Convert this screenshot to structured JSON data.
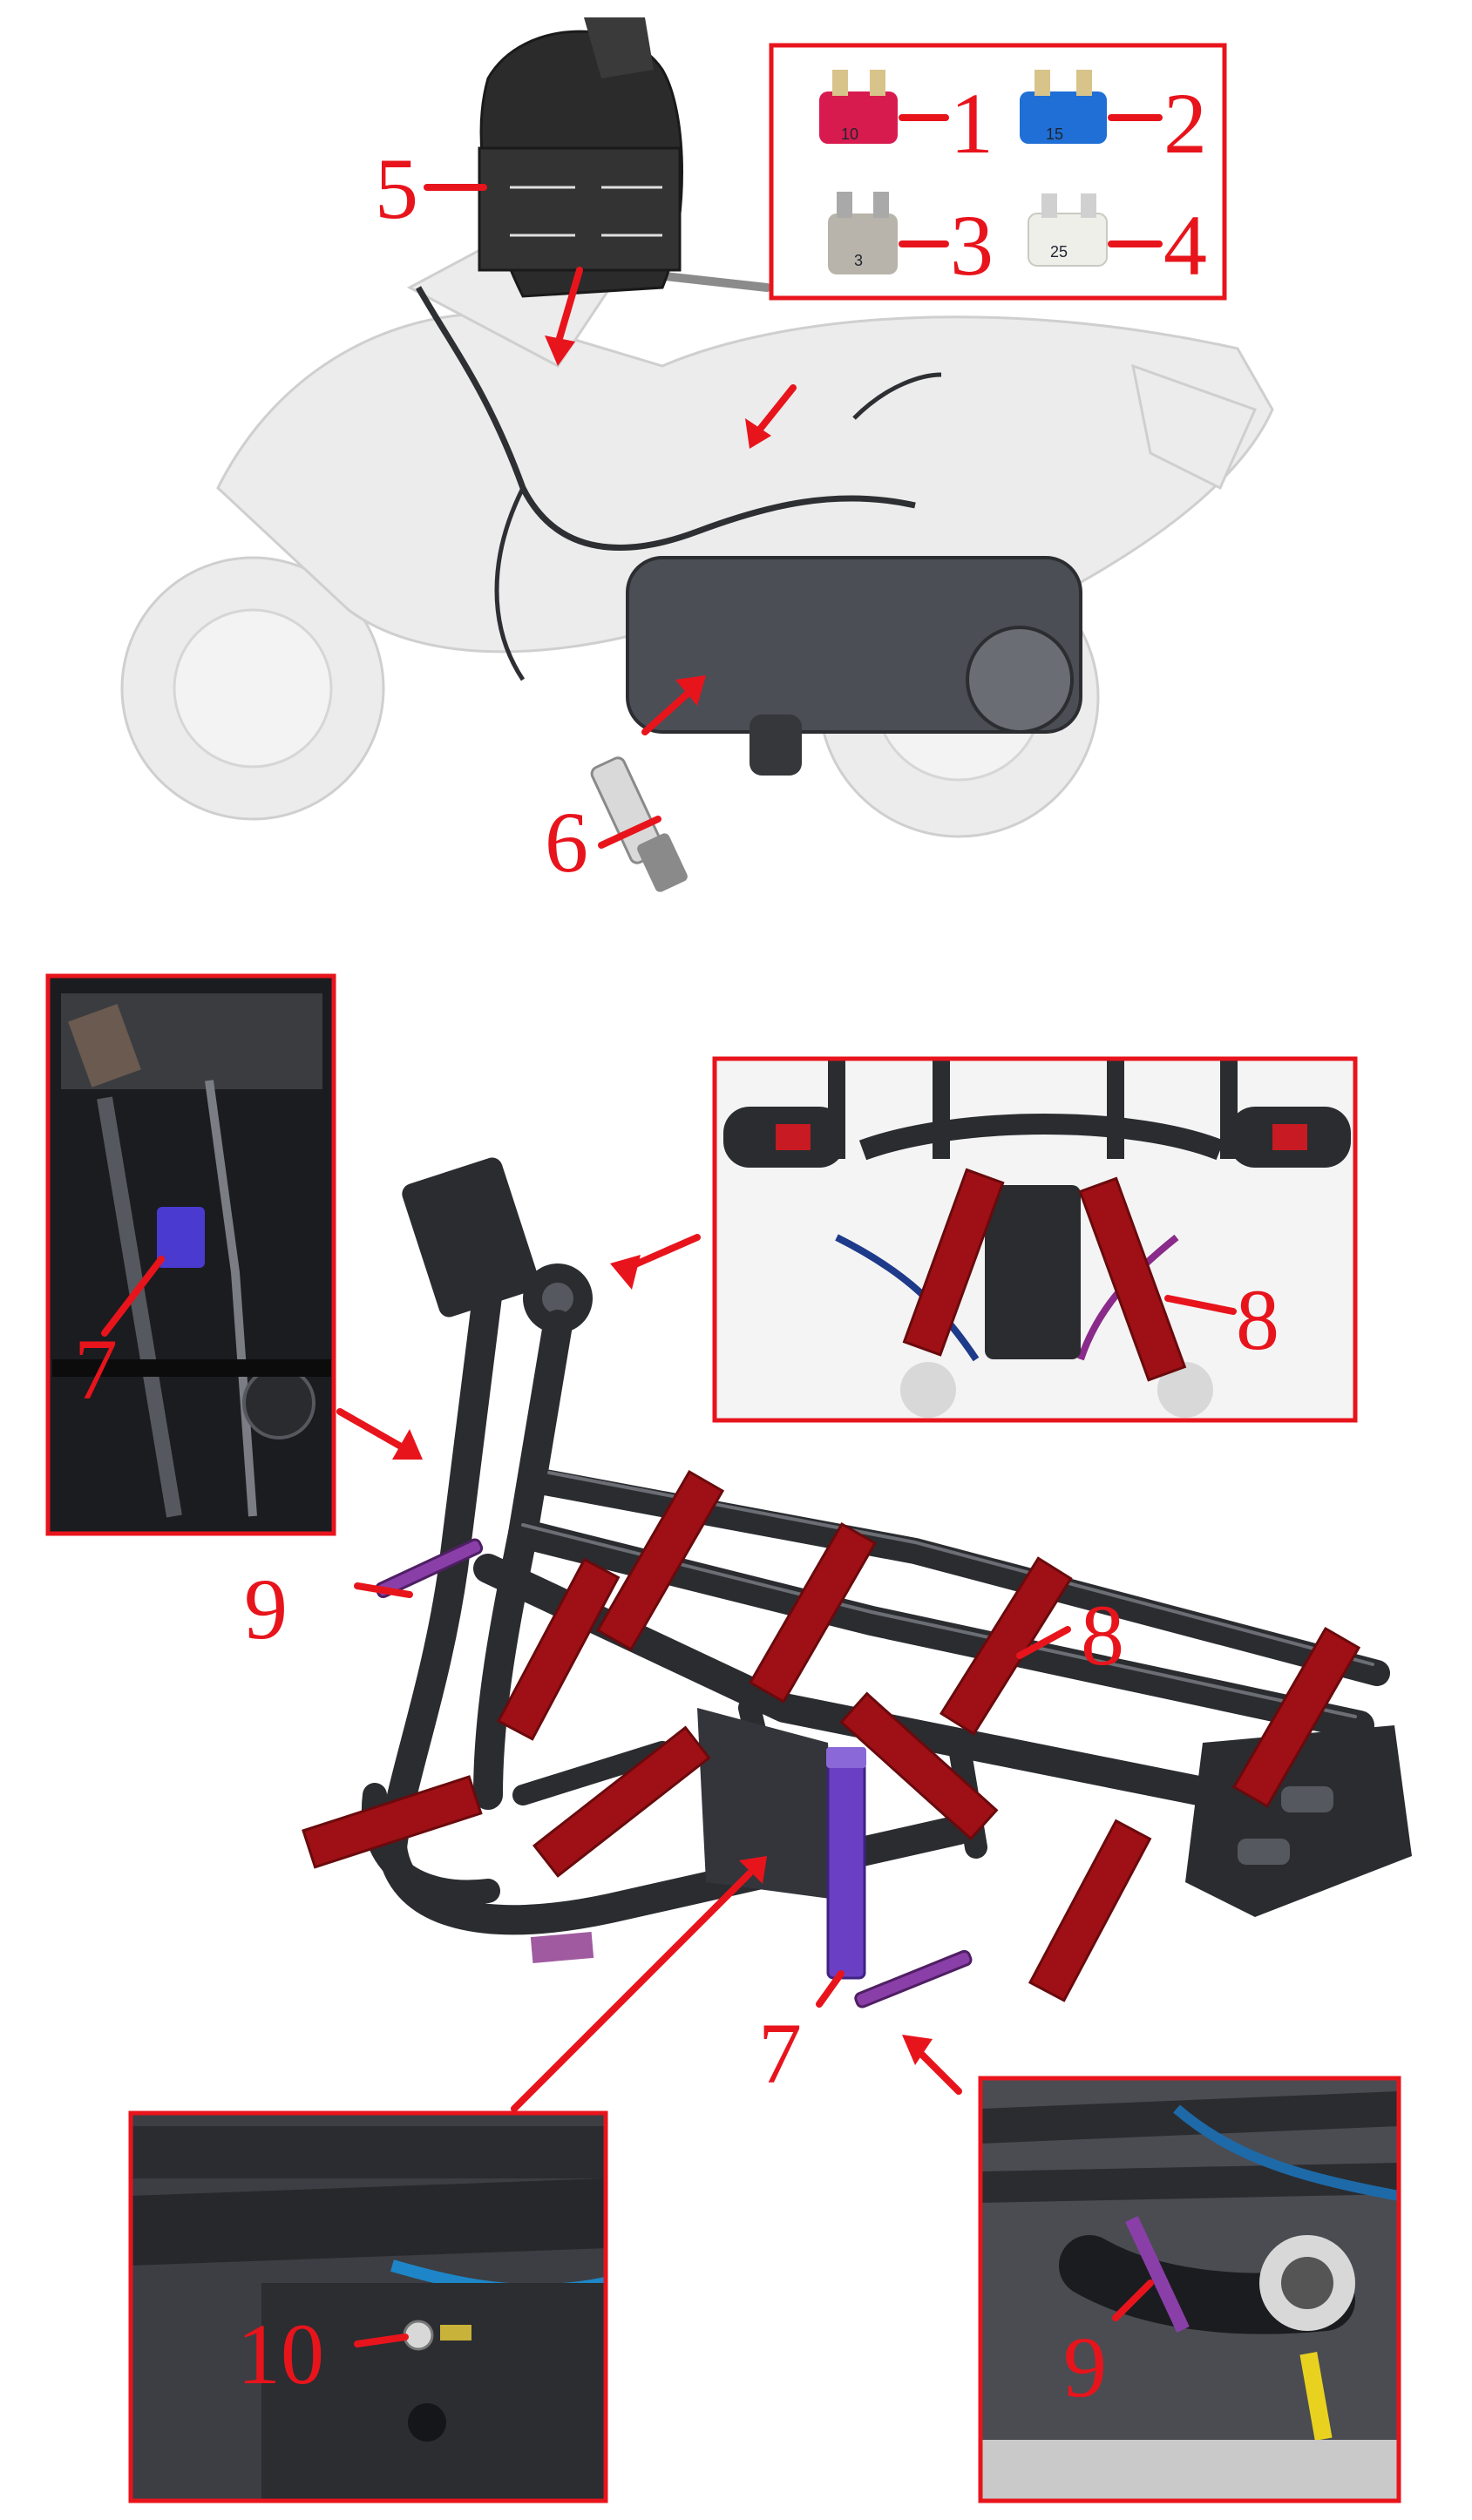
{
  "callouts": {
    "c1": "1",
    "c2": "2",
    "c3": "3",
    "c4": "4",
    "c5": "5",
    "c6": "6",
    "c7_inset": "7",
    "c7_main": "7",
    "c8_inset": "8",
    "c8_main": "8",
    "c9_main": "9",
    "c9_inset": "9",
    "c10": "10"
  },
  "fuses": [
    {
      "label": "10",
      "color": "#d81b4f"
    },
    {
      "label": "15",
      "color": "#1f6fd6"
    },
    {
      "label": "3",
      "color": "#b9b4ab"
    },
    {
      "label": "25",
      "color": "#efefea"
    }
  ],
  "colors": {
    "callout_red": "#e8141c",
    "strap_red": "#9e1015",
    "strap_purple": "#6b3fc4",
    "frame_black": "#2a2c30",
    "hose_blue": "#1e86c8"
  },
  "icons": {
    "scooter": "scooter-ghost-illustration",
    "fuse": "blade-fuse-icon",
    "cover": "protective-cover-icon",
    "spark_plug": "spark-plug-icon",
    "frame": "scooter-frame-illustration"
  }
}
